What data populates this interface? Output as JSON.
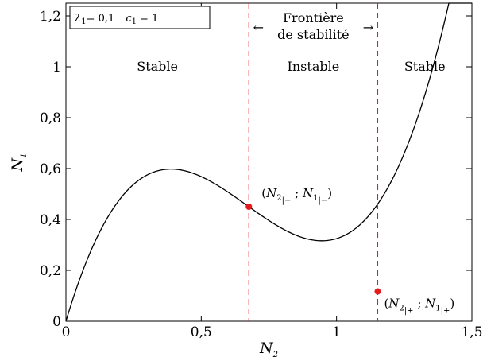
{
  "chart_data": {
    "type": "line",
    "xlabel": {
      "main": "N",
      "sub": "2"
    },
    "ylabel": {
      "main": "N",
      "sub": "1"
    },
    "xlim": [
      0,
      1.5
    ],
    "ylim": [
      0,
      1.25
    ],
    "xticks": [
      {
        "value": 0,
        "label": "0"
      },
      {
        "value": 0.5,
        "label": "0,5"
      },
      {
        "value": 1,
        "label": "1"
      },
      {
        "value": 1.5,
        "label": "1,5"
      }
    ],
    "yticks": [
      {
        "value": 0,
        "label": "0"
      },
      {
        "value": 0.2,
        "label": "0,2"
      },
      {
        "value": 0.4,
        "label": "0,4"
      },
      {
        "value": 0.6,
        "label": "0,6"
      },
      {
        "value": 0.8,
        "label": "0,8"
      },
      {
        "value": 1,
        "label": "1"
      },
      {
        "value": 1.2,
        "label": "1,2"
      }
    ],
    "params_box": {
      "lambda": {
        "main": "λ",
        "sub": "1",
        "value": "= 0,1"
      },
      "c": {
        "main": "c",
        "sub": "1",
        "value": "=  1"
      }
    },
    "curve": {
      "lambda": 0.1,
      "c": 1,
      "n_points": 301
    },
    "boundaries": [
      {
        "x": 0.676,
        "color": "#e41a1c"
      },
      {
        "x": 1.152,
        "color": "#e41a1c"
      }
    ],
    "critical_points": [
      {
        "x": 0.676,
        "y": 0.45,
        "color": "#e41a1c",
        "label": {
          "main": "N",
          "mid": "2",
          "s": "|−",
          "sep": " ; ",
          "main2": "N",
          "mid2": "1",
          "s2": "|−"
        }
      },
      {
        "x": 1.152,
        "y": 0.117,
        "color": "#e41a1c",
        "label": {
          "main": "N",
          "mid": "2",
          "s": "|+",
          "sep": " ; ",
          "main2": "N",
          "mid2": "1",
          "s2": "|+"
        }
      }
    ],
    "regions": [
      "Stable",
      "Instable",
      "Stable"
    ],
    "stability_boundary_label": {
      "line1": "Frontière",
      "line2": "de stabilité"
    },
    "grid": false
  }
}
